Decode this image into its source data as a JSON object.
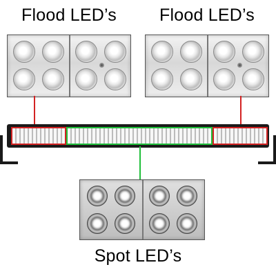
{
  "labels": {
    "top_left": "Flood LED’s",
    "top_right": "Flood LED’s",
    "bottom": "Spot LED’s"
  },
  "colors": {
    "flood_highlight": "#d32222",
    "spot_highlight": "#1fbf3a",
    "bar_body": "#1a1a1a"
  },
  "panels": {
    "flood_left": {
      "lens_count": 8,
      "lens_type": "flood"
    },
    "flood_right": {
      "lens_count": 8,
      "lens_type": "flood"
    },
    "spot": {
      "lens_count": 8,
      "lens_type": "spot"
    }
  },
  "icons": {
    "light_bar": "led-light-bar-icon",
    "flood_lens": "flood-lens-icon",
    "spot_lens": "spot-lens-icon"
  }
}
